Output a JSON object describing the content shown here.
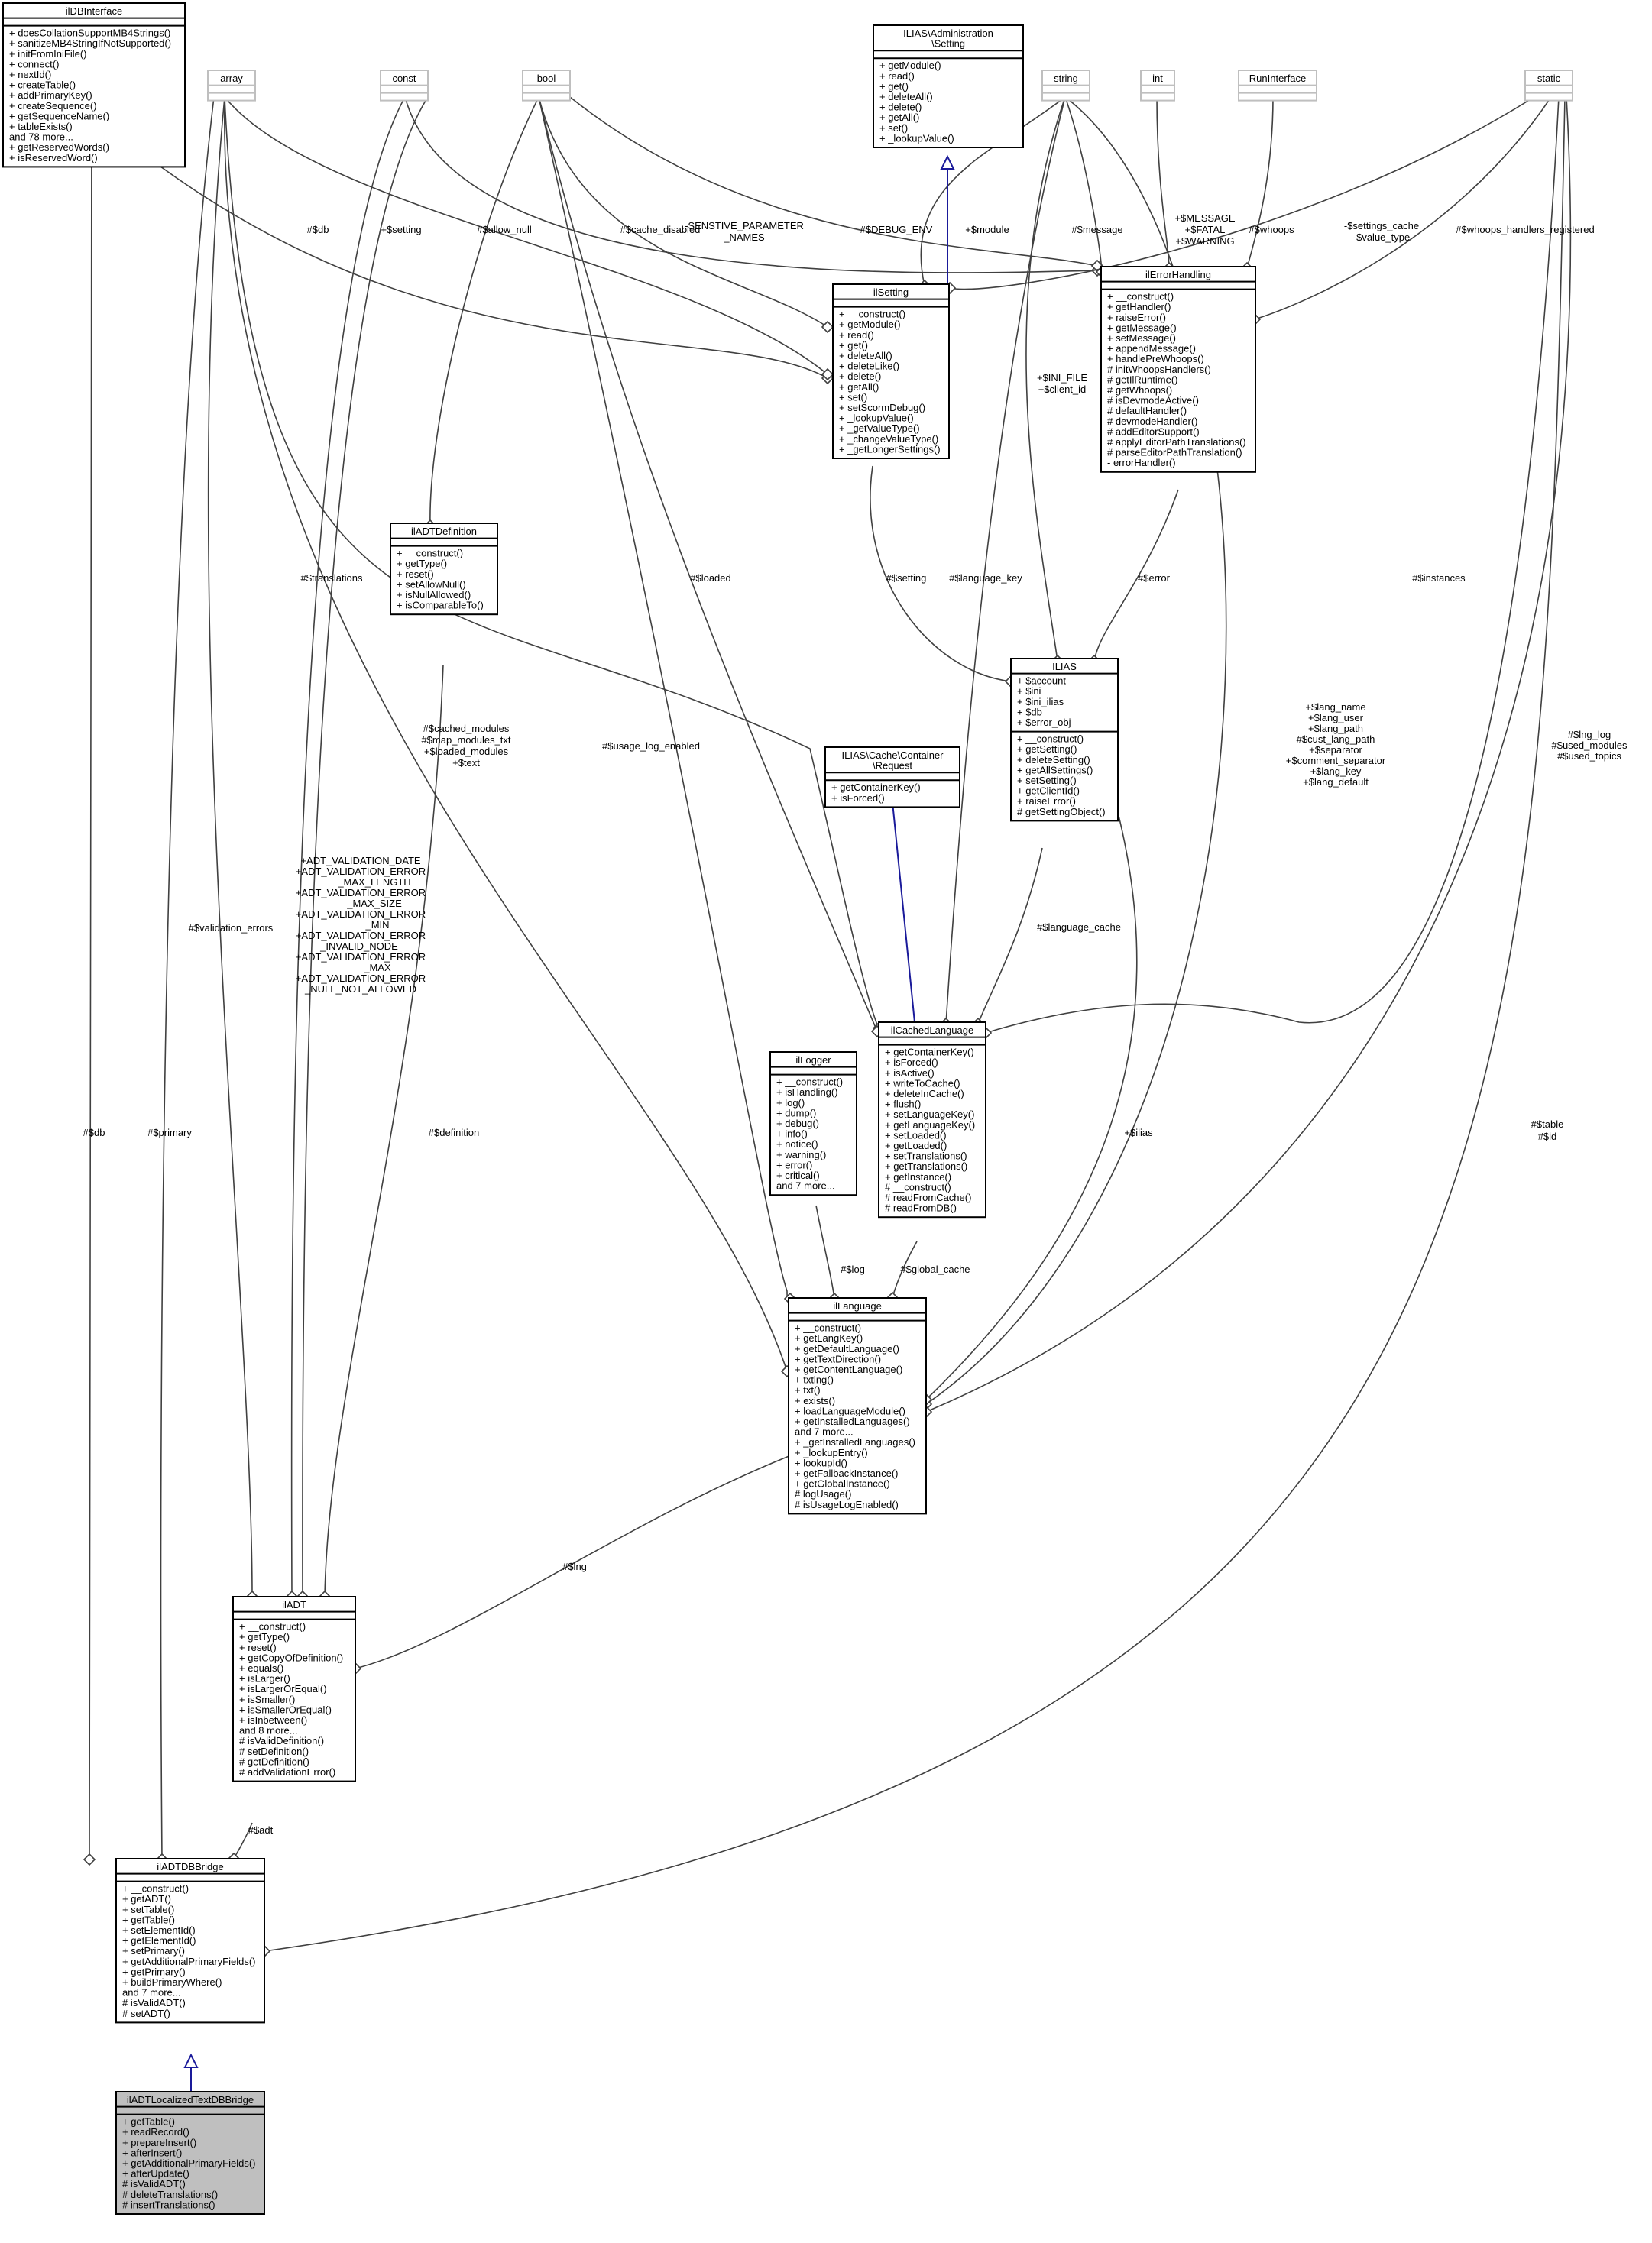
{
  "classes": [
    {
      "id": "ilDBInterface",
      "title": [
        "ilDBInterface"
      ],
      "attrs": [],
      "ops": [
        "+ doesCollationSupportMB4Strings()",
        "+ sanitizeMB4StringIfNotSupported()",
        "+ initFromIniFile()",
        "+ connect()",
        "+ nextId()",
        "+ createTable()",
        "+ addPrimaryKey()",
        "+ createSequence()",
        "+ getSequenceName()",
        "+ tableExists()",
        "and 78 more...",
        "+ getReservedWords()",
        "+ isReservedWord()"
      ]
    },
    {
      "id": "array",
      "title": [
        "array"
      ],
      "attrs": [],
      "ops": [],
      "ghost": true
    },
    {
      "id": "const",
      "title": [
        "const"
      ],
      "attrs": [],
      "ops": [],
      "ghost": true
    },
    {
      "id": "bool",
      "title": [
        "bool"
      ],
      "attrs": [],
      "ops": [],
      "ghost": true
    },
    {
      "id": "ilias-setting",
      "title": [
        "ILIAS\\Administration",
        "\\Setting"
      ],
      "attrs": [],
      "ops": [
        "+ getModule()",
        "+ read()",
        "+ get()",
        "+ deleteAll()",
        "+ delete()",
        "+ getAll()",
        "+ set()",
        "+ _lookupValue()"
      ]
    },
    {
      "id": "string",
      "title": [
        "string"
      ],
      "attrs": [],
      "ops": [],
      "ghost": true
    },
    {
      "id": "int",
      "title": [
        "int"
      ],
      "attrs": [],
      "ops": [],
      "ghost": true
    },
    {
      "id": "RunInterface",
      "title": [
        "RunInterface"
      ],
      "attrs": [],
      "ops": [],
      "ghost": true
    },
    {
      "id": "static",
      "title": [
        "static"
      ],
      "attrs": [],
      "ops": [],
      "ghost": true
    },
    {
      "id": "ilSetting",
      "title": [
        "ilSetting"
      ],
      "attrs": [],
      "ops": [
        "+ __construct()",
        "+ getModule()",
        "+ read()",
        "+ get()",
        "+ deleteAll()",
        "+ deleteLike()",
        "+ delete()",
        "+ getAll()",
        "+ set()",
        "+ setScormDebug()",
        "+ _lookupValue()",
        "+ _getValueType()",
        "+ _changeValueType()",
        "+ _getLongerSettings()"
      ]
    },
    {
      "id": "ilErrorHandling",
      "title": [
        "ilErrorHandling"
      ],
      "attrs": [],
      "ops": [
        "+ __construct()",
        "+ getHandler()",
        "+ raiseError()",
        "+ getMessage()",
        "+ setMessage()",
        "+ appendMessage()",
        "+ handlePreWhoops()",
        "# initWhoopsHandlers()",
        "# getIlRuntime()",
        "# getWhoops()",
        "# isDevmodeActive()",
        "# defaultHandler()",
        "# devmodeHandler()",
        "# addEditorSupport()",
        "# applyEditorPathTranslations()",
        "# parseEditorPathTranslation()",
        "- errorHandler()"
      ]
    },
    {
      "id": "ilADTDefinition",
      "title": [
        "ilADTDefinition"
      ],
      "attrs": [],
      "ops": [
        "+ __construct()",
        "+ getType()",
        "+ reset()",
        "+ setAllowNull()",
        "+ isNullAllowed()",
        "+ isComparableTo()"
      ]
    },
    {
      "id": "ILIAS",
      "title": [
        "ILIAS"
      ],
      "attrs": [
        "+ $account",
        "+ $ini",
        "+ $ini_ilias",
        "+ $db",
        "+ $error_obj"
      ],
      "ops": [
        "+ __construct()",
        "+ getSetting()",
        "+ deleteSetting()",
        "+ getAllSettings()",
        "+ setSetting()",
        "+ getClientId()",
        "+ raiseError()",
        "# getSettingObject()"
      ]
    },
    {
      "id": "ilias-cache-request",
      "title": [
        "ILIAS\\Cache\\Container",
        "\\Request"
      ],
      "attrs": [],
      "ops": [
        "+ getContainerKey()",
        "+ isForced()"
      ]
    },
    {
      "id": "ilCachedLanguage",
      "title": [
        "ilCachedLanguage"
      ],
      "attrs": [],
      "ops": [
        "+ getContainerKey()",
        "+ isForced()",
        "+ isActive()",
        "+ writeToCache()",
        "+ deleteInCache()",
        "+ flush()",
        "+ setLanguageKey()",
        "+ getLanguageKey()",
        "+ setLoaded()",
        "+ getLoaded()",
        "+ setTranslations()",
        "+ getTranslations()",
        "+ getInstance()",
        "# __construct()",
        "# readFromCache()",
        "# readFromDB()"
      ]
    },
    {
      "id": "ilLogger",
      "title": [
        "ilLogger"
      ],
      "attrs": [],
      "ops": [
        "+ __construct()",
        "+ isHandling()",
        "+ log()",
        "+ dump()",
        "+ debug()",
        "+ info()",
        "+ notice()",
        "+ warning()",
        "+ error()",
        "+ critical()",
        "and 7 more..."
      ]
    },
    {
      "id": "ilLanguage",
      "title": [
        "ilLanguage"
      ],
      "attrs": [],
      "ops": [
        "+ __construct()",
        "+ getLangKey()",
        "+ getDefaultLanguage()",
        "+ getTextDirection()",
        "+ getContentLanguage()",
        "+ txtlng()",
        "+ txt()",
        "+ exists()",
        "+ loadLanguageModule()",
        "+ getInstalledLanguages()",
        "and 7 more...",
        "+ _getInstalledLanguages()",
        "+ _lookupEntry()",
        "+ lookupId()",
        "+ getFallbackInstance()",
        "+ getGlobalInstance()",
        "# logUsage()",
        "# isUsageLogEnabled()"
      ]
    },
    {
      "id": "ilADT",
      "title": [
        "ilADT"
      ],
      "attrs": [],
      "ops": [
        "+ __construct()",
        "+ getType()",
        "+ reset()",
        "+ getCopyOfDefinition()",
        "+ equals()",
        "+ isLarger()",
        "+ isLargerOrEqual()",
        "+ isSmaller()",
        "+ isSmallerOrEqual()",
        "+ isInbetween()",
        "and 8 more...",
        "# isValidDefinition()",
        "# setDefinition()",
        "# getDefinition()",
        "# addValidationError()"
      ]
    },
    {
      "id": "ilADTDBBridge",
      "title": [
        "ilADTDBBridge"
      ],
      "attrs": [],
      "ops": [
        "+ __construct()",
        "+ getADT()",
        "+ setTable()",
        "+ getTable()",
        "+ setElementId()",
        "+ getElementId()",
        "+ setPrimary()",
        "+ getAdditionalPrimaryFields()",
        "+ getPrimary()",
        "+ buildPrimaryWhere()",
        "and 7 more...",
        "# isValidADT()",
        "# setADT()"
      ]
    },
    {
      "id": "ilADTLocalizedTextDBBridge",
      "title": [
        "ilADTLocalizedTextDBBridge"
      ],
      "attrs": [],
      "ops": [
        "+ getTable()",
        "+ readRecord()",
        "+ prepareInsert()",
        "+ afterInsert()",
        "+ getAdditionalPrimaryFields()",
        "+ afterUpdate()",
        "# isValidADT()",
        "# deleteTranslations()",
        "# insertTranslations()"
      ],
      "focus": true
    }
  ],
  "edge_labels": [
    "#$db",
    "+$setting",
    "#$allow_null",
    "#$cache_disabled",
    "-SENSTIVE_PARAMETER",
    "_NAMES",
    "#$DEBUG_ENV",
    "+$module",
    "#$message",
    "+$MESSAGE",
    "+$FATAL",
    "+$WARNING",
    "#$whoops",
    "-$settings_cache",
    "-$value_type",
    "#$whoops_handlers_registered",
    "+$INI_FILE",
    "+$client_id",
    "#$setting",
    "#$error",
    "#$translations",
    "#$loaded",
    "#$language_key",
    "#$instances",
    "#$cached_modules",
    "#$map_modules_txt",
    "+$loaded_modules",
    "+$text",
    "#$usage_log_enabled",
    "+$lang_name",
    "+$lang_user",
    "+$lang_path",
    "#$cust_lang_path",
    "+$separator",
    "+$comment_separator",
    "+$lang_key",
    "+$lang_default",
    "#$lng_log",
    "#$used_modules",
    "#$used_topics",
    "+ADT_VALIDATION_DATE",
    "+ADT_VALIDATION_ERROR",
    "_MAX_LENGTH",
    "+ADT_VALIDATION_ERROR",
    "_MAX_SIZE",
    "+ADT_VALIDATION_ERROR",
    "_MIN",
    "+ADT_VALIDATION_ERROR",
    "_INVALID_NODE",
    "+ADT_VALIDATION_ERROR",
    "_MAX",
    "+ADT_VALIDATION_ERROR",
    "_NULL_NOT_ALLOWED",
    "#$language_cache",
    "#$validation_errors",
    "#$db",
    "#$primary",
    "#$definition",
    "+$ilias",
    "#$table",
    "#$id",
    "#$log",
    "#$global_cache",
    "#$lng",
    "#$adt"
  ]
}
